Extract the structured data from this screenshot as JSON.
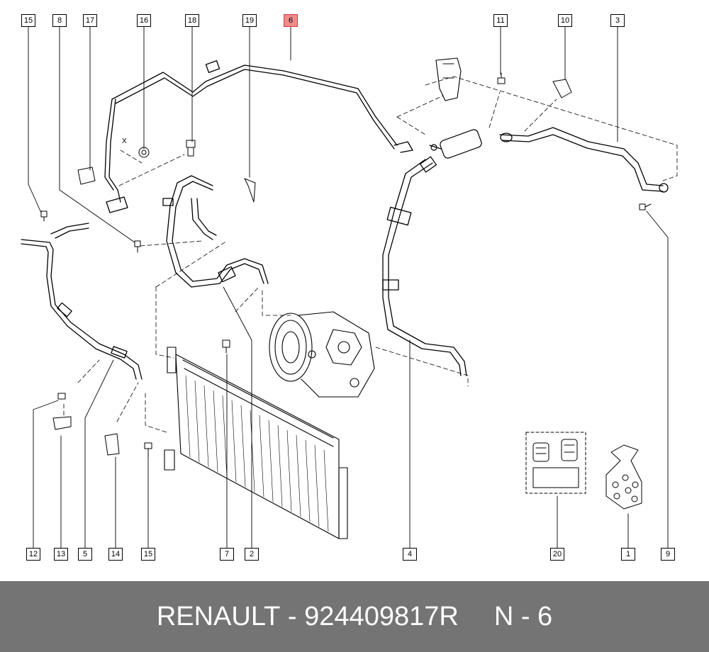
{
  "diagram": {
    "highlighted_part": "6",
    "callouts": {
      "c15a": "15",
      "c8": "8",
      "c17": "17",
      "c16": "16",
      "c18": "18",
      "c19": "19",
      "c6": "6",
      "c11": "11",
      "c10": "10",
      "c3": "3",
      "c12": "12",
      "c13": "13",
      "c5": "5",
      "c14": "14",
      "c15b": "15",
      "c7": "7",
      "c2": "2",
      "c4": "4",
      "c20": "20",
      "c1": "1",
      "c9": "9",
      "x_mark": "X"
    }
  },
  "footer": {
    "brand": "RENAULT",
    "separator": " - ",
    "part_number": "924409817R",
    "position_label": "N - 6"
  },
  "colors": {
    "highlight_fill": "#f08a8a",
    "footer_bg": "#747474",
    "footer_text": "#ffffff"
  }
}
